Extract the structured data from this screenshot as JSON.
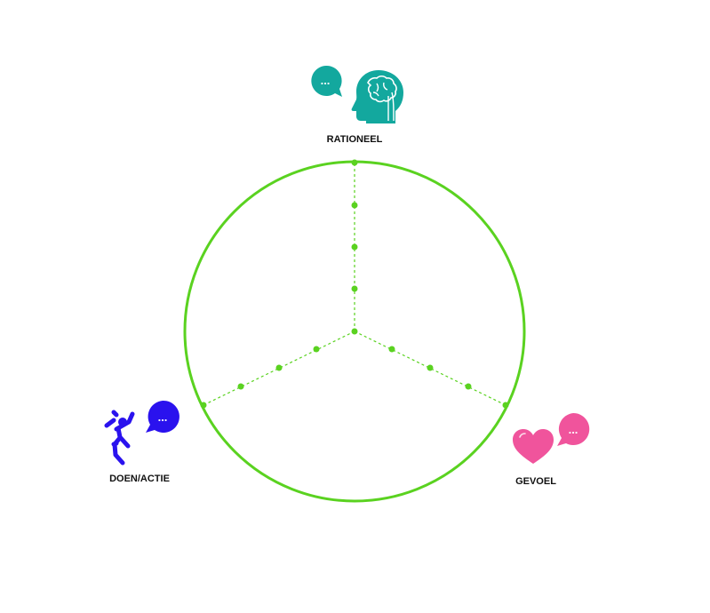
{
  "colors": {
    "circle": "#5ad220",
    "rationeel": "#13a89e",
    "doen": "#2a12ee",
    "gevoel": "#f0549c"
  },
  "axes": [
    {
      "label": "RATIONEEL",
      "icon": "brain-head-icon",
      "bubble_icon": "speech-bubble-icon"
    },
    {
      "label": "DOEN/ACTIE",
      "icon": "jumping-person-icon",
      "bubble_icon": "speech-bubble-icon"
    },
    {
      "label": "GEVOEL",
      "icon": "heart-icon",
      "bubble_icon": "speech-bubble-icon"
    }
  ],
  "scale_points": 4,
  "bubble_text": "..."
}
